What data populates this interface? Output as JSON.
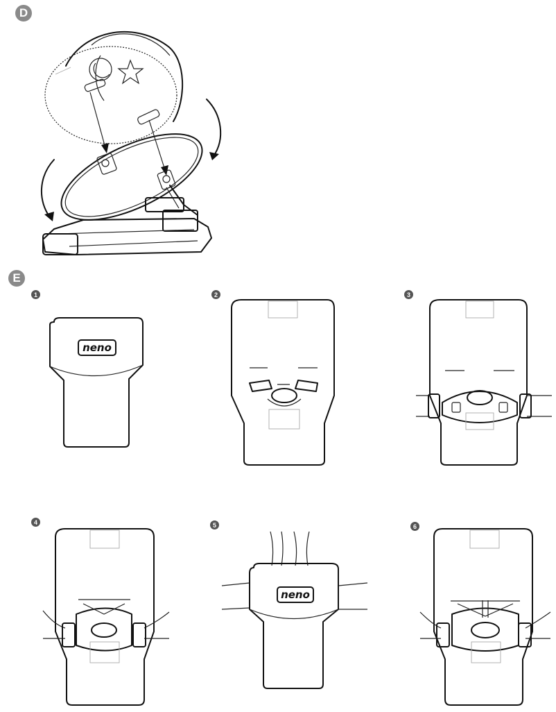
{
  "sections": {
    "d": {
      "letter": "D"
    },
    "e": {
      "letter": "E"
    }
  },
  "steps": [
    {
      "num": "1"
    },
    {
      "num": "2"
    },
    {
      "num": "3"
    },
    {
      "num": "4"
    },
    {
      "num": "5"
    },
    {
      "num": "6"
    }
  ],
  "brand": {
    "logo_text": "neno"
  },
  "icons": [
    "arrow-curved-icon",
    "arrow-down-icon",
    "starfish-icon",
    "moon-icon"
  ]
}
